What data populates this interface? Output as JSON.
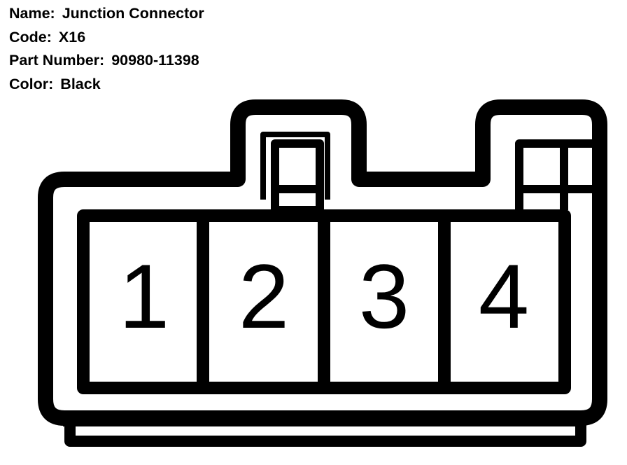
{
  "connector": {
    "name_label": "Name:",
    "name_value": "Junction Connector",
    "code_label": "Code:",
    "code_value": "X16",
    "part_label": "Part Number:",
    "part_value": "90980-11398",
    "color_label": "Color:",
    "color_value": "Black"
  },
  "pins": [
    "1",
    "2",
    "3",
    "4"
  ],
  "colors": {
    "stroke": "#000000",
    "background": "#ffffff"
  }
}
